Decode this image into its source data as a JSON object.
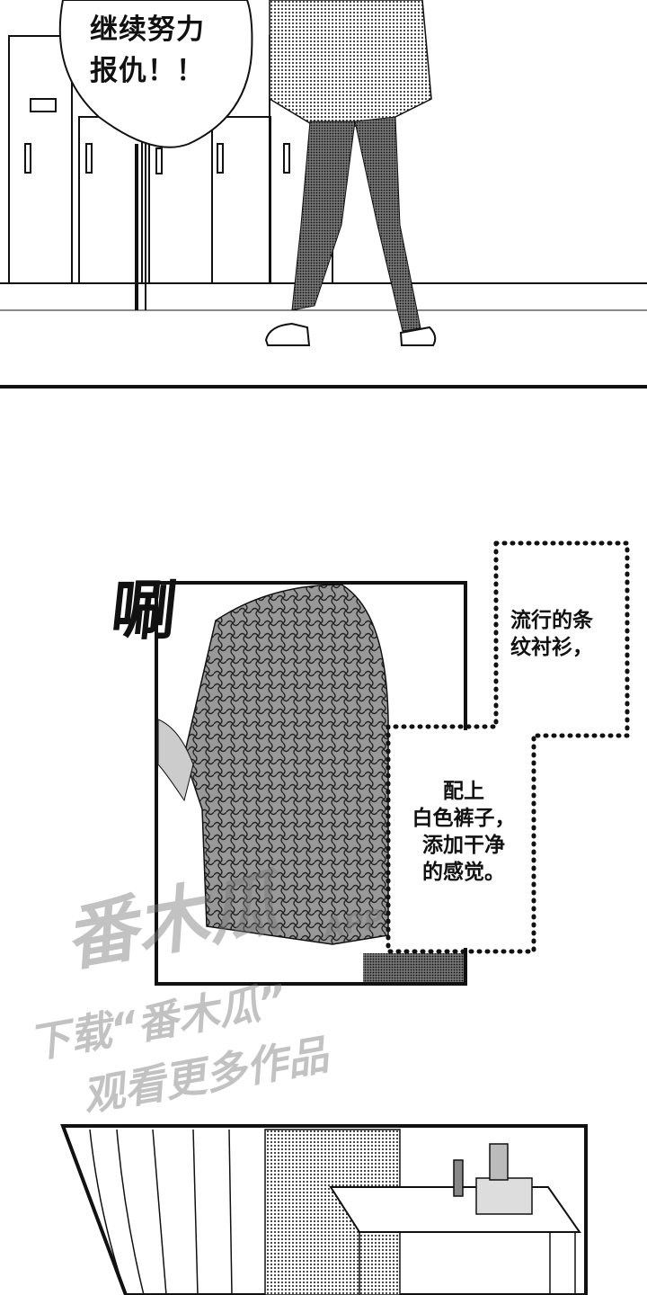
{
  "panel1": {
    "speech_bubble": {
      "lines": [
        "继续努力",
        "报仇！！"
      ]
    }
  },
  "panel2": {
    "sound_effect": "唰",
    "caption_top": {
      "lines": [
        "流行的条",
        "纹衬衫，"
      ]
    },
    "caption_bottom": {
      "lines": [
        "配上",
        "白色裤子，",
        "添加干净",
        "的感觉。"
      ]
    }
  },
  "watermark": {
    "logo_text": "番木瓜",
    "app_label": "APP",
    "line1": "下载“番木瓜”",
    "line2": "观看更多作品"
  }
}
